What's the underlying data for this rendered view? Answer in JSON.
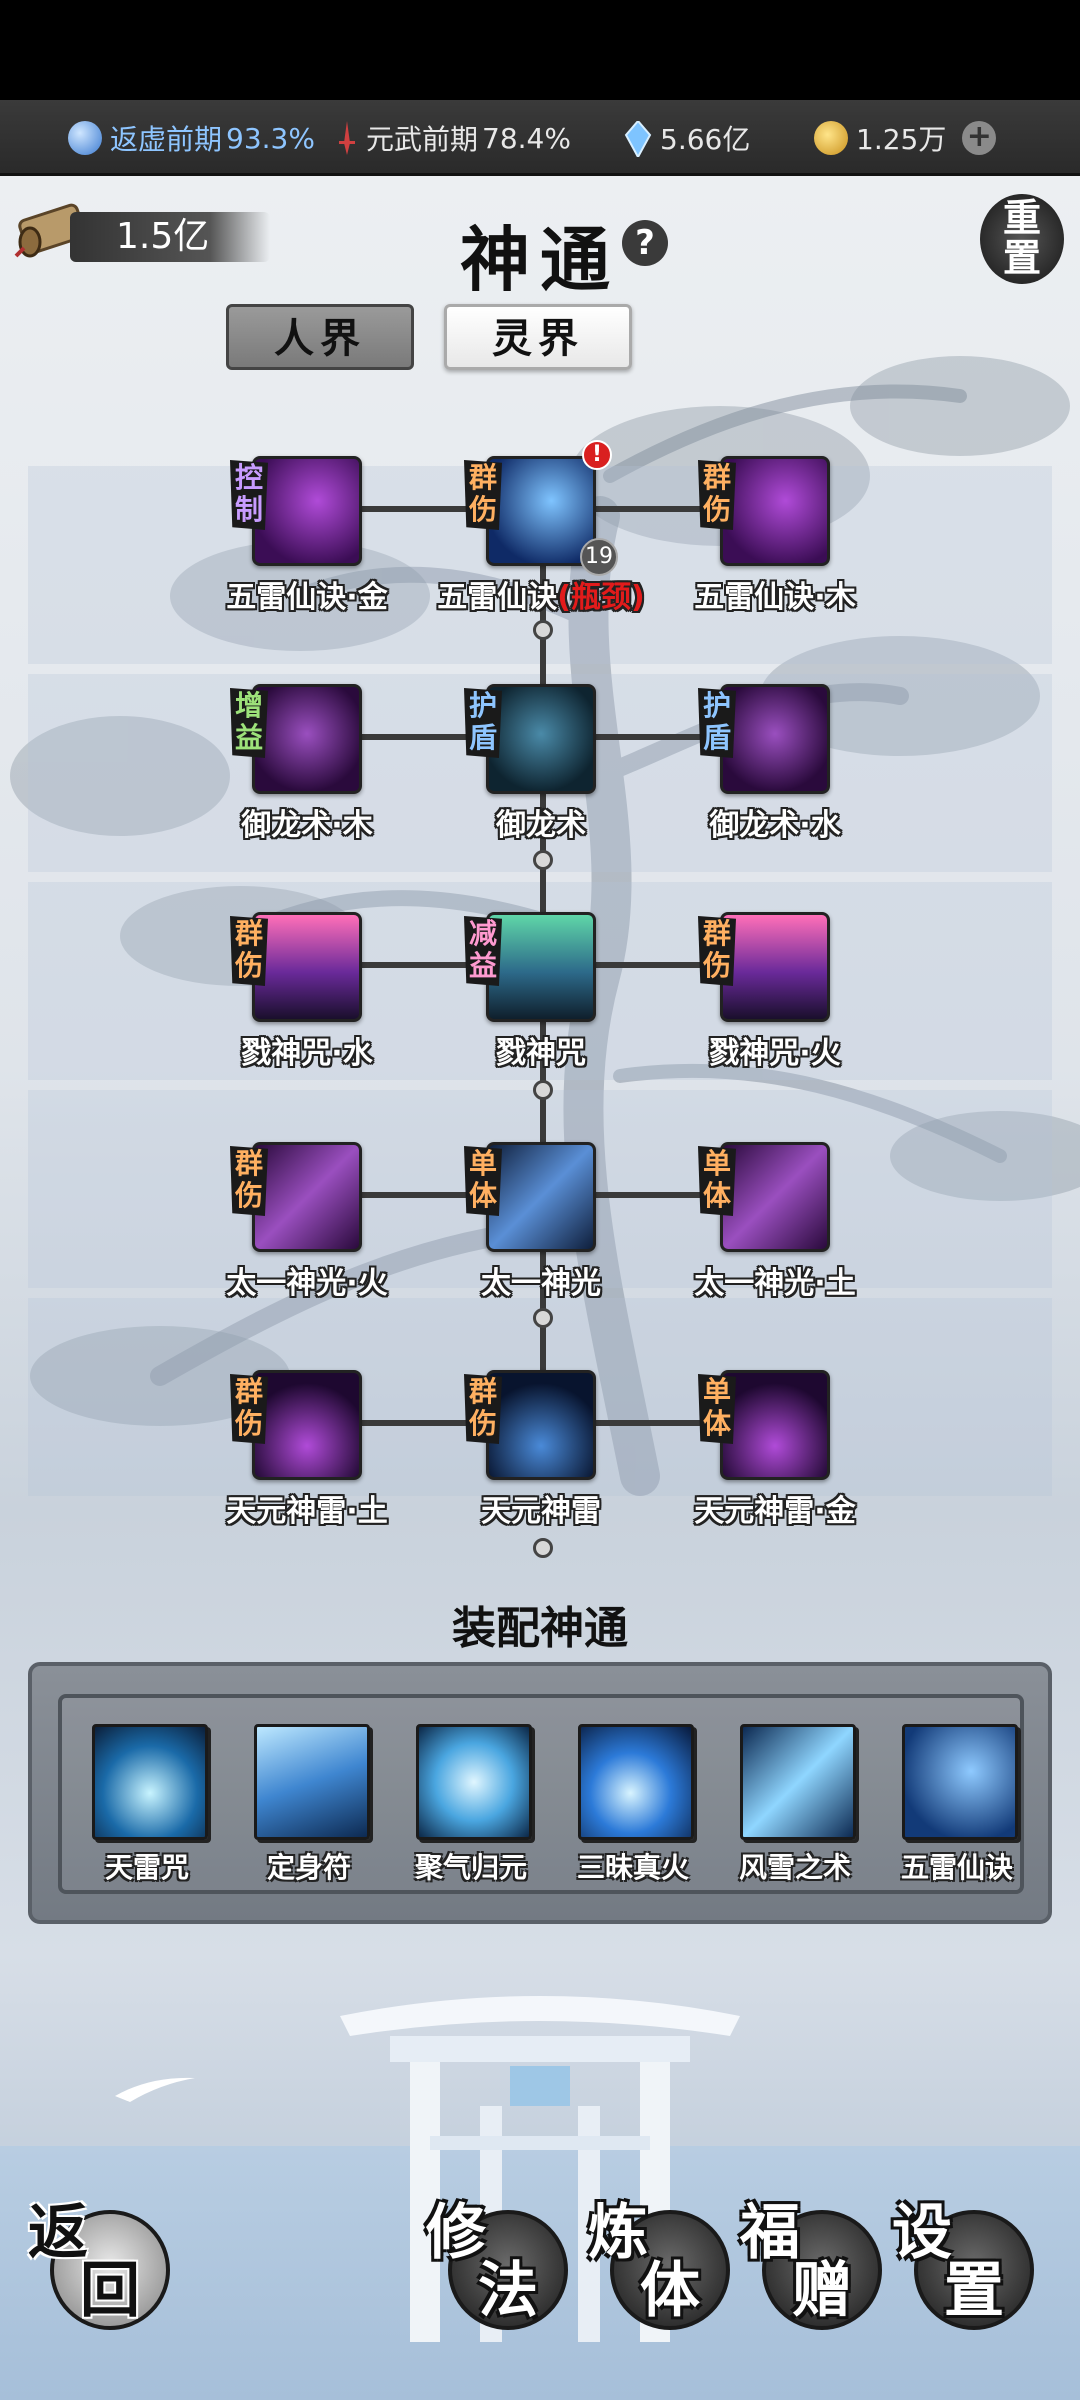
{
  "status": {
    "realm1": {
      "name": "返虚前期",
      "value": "93.3%",
      "color": "#7ab8ff"
    },
    "realm2": {
      "name": "元武前期",
      "value": "78.4%"
    },
    "spirit_stones": "5.66亿",
    "gold": "1.25万"
  },
  "header": {
    "currency": "1.5亿",
    "title": "神通",
    "help": "?",
    "reset_line1": "重",
    "reset_line2": "置"
  },
  "tabs": {
    "ren": "人界",
    "ling": "灵界",
    "active": "灵界"
  },
  "tree": {
    "rows": [
      {
        "left": {
          "tag1": "控",
          "tag2": "制",
          "label": "五雷仙诀·金"
        },
        "center": {
          "tag1": "群",
          "tag2": "伤",
          "label": "五雷仙诀",
          "label_red": "(瓶颈)",
          "level": "19",
          "alert": "!"
        },
        "right": {
          "tag1": "群",
          "tag2": "伤",
          "label": "五雷仙诀·木"
        }
      },
      {
        "left": {
          "tag1": "增",
          "tag2": "益",
          "label": "御龙术·木"
        },
        "center": {
          "tag1": "护",
          "tag2": "盾",
          "label": "御龙术"
        },
        "right": {
          "tag1": "护",
          "tag2": "盾",
          "label": "御龙术·水"
        }
      },
      {
        "left": {
          "tag1": "群",
          "tag2": "伤",
          "label": "戮神咒·水"
        },
        "center": {
          "tag1": "减",
          "tag2": "益",
          "label": "戮神咒"
        },
        "right": {
          "tag1": "群",
          "tag2": "伤",
          "label": "戮神咒·火"
        }
      },
      {
        "left": {
          "tag1": "群",
          "tag2": "伤",
          "label": "太一神光·火"
        },
        "center": {
          "tag1": "单",
          "tag2": "体",
          "label": "太一神光"
        },
        "right": {
          "tag1": "单",
          "tag2": "体",
          "label": "太一神光·土"
        }
      },
      {
        "left": {
          "tag1": "群",
          "tag2": "伤",
          "label": "天元神雷·土"
        },
        "center": {
          "tag1": "群",
          "tag2": "伤",
          "label": "天元神雷"
        },
        "right": {
          "tag1": "单",
          "tag2": "体",
          "label": "天元神雷·金"
        }
      }
    ]
  },
  "equip": {
    "title": "装配神通",
    "slots": [
      "天雷咒",
      "定身符",
      "聚气归元",
      "三昧真火",
      "风雪之术",
      "五雷仙诀"
    ]
  },
  "nav": {
    "back": {
      "t1": "返",
      "t2": "回"
    },
    "cultivate": {
      "t1": "修",
      "t2": "法"
    },
    "body": {
      "t1": "炼",
      "t2": "体"
    },
    "gift": {
      "t1": "福",
      "t2": "赠"
    },
    "settings": {
      "t1": "设",
      "t2": "置"
    }
  }
}
